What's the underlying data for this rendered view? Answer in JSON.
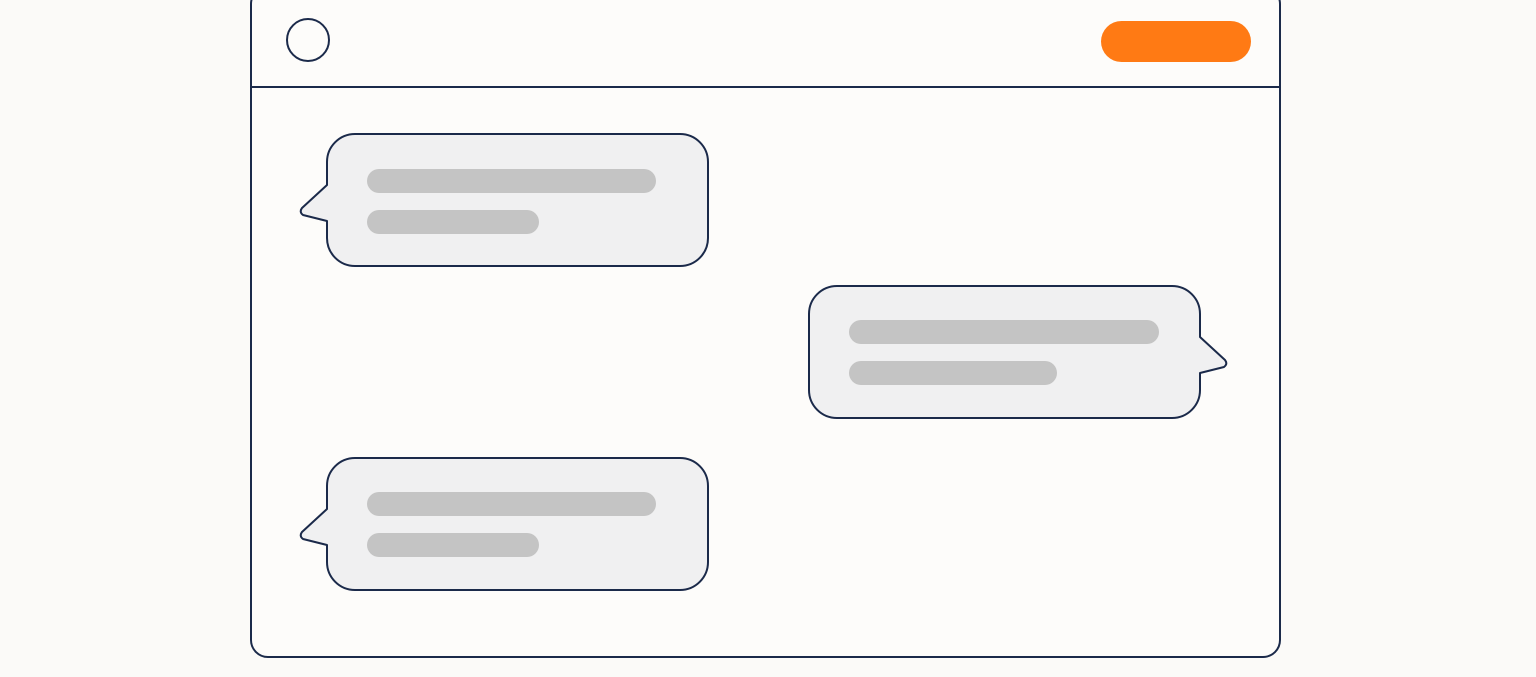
{
  "colors": {
    "page_background": "#fbfaf8",
    "window_border": "#1b2a4a",
    "accent": "#ff7a14",
    "bubble_fill": "#f0f0f1",
    "placeholder_line": "#c4c4c4"
  },
  "header": {
    "avatar_icon": "user-avatar-circle-icon",
    "action_button_label": ""
  },
  "messages": [
    {
      "side": "incoming",
      "placeholder_lines": 2
    },
    {
      "side": "outgoing",
      "placeholder_lines": 2
    },
    {
      "side": "incoming",
      "placeholder_lines": 2
    }
  ]
}
